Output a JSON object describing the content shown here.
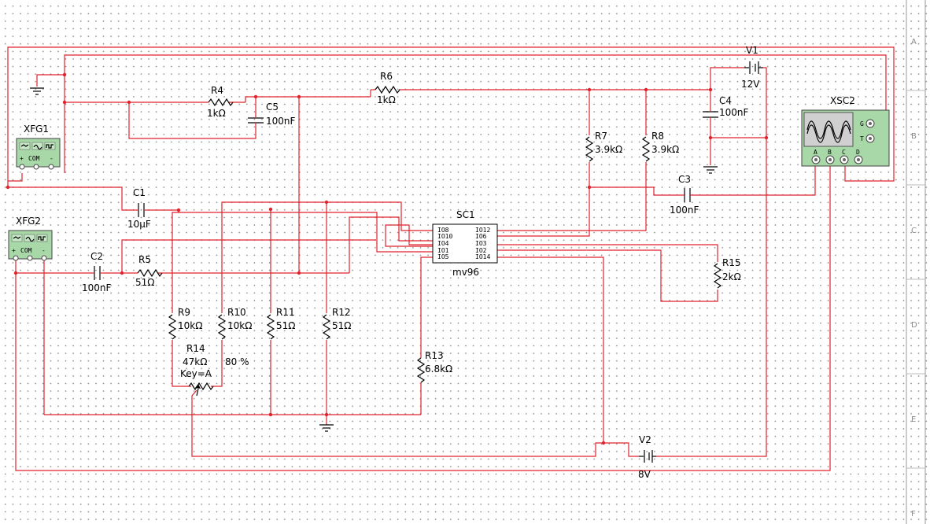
{
  "ruler_rows": [
    "A",
    "B",
    "C",
    "D",
    "E",
    "F"
  ],
  "components": {
    "xfg1": {
      "ref": "XFG1",
      "pin": "COM"
    },
    "xfg2": {
      "ref": "XFG2",
      "pin": "COM"
    },
    "xsc2": {
      "ref": "XSC2",
      "pins_right": [
        "G",
        "T"
      ],
      "pins_bottom": [
        "A",
        "B",
        "C",
        "D"
      ]
    },
    "v1": {
      "ref": "V1",
      "value": "12V"
    },
    "v2": {
      "ref": "V2",
      "value": "8V"
    },
    "r4": {
      "ref": "R4",
      "value": "1kΩ"
    },
    "r5": {
      "ref": "R5",
      "value": "51Ω"
    },
    "r6": {
      "ref": "R6",
      "value": "1kΩ"
    },
    "r7": {
      "ref": "R7",
      "value": "3.9kΩ"
    },
    "r8": {
      "ref": "R8",
      "value": "3.9kΩ"
    },
    "r9": {
      "ref": "R9",
      "value": "10kΩ"
    },
    "r10": {
      "ref": "R10",
      "value": "10kΩ"
    },
    "r11": {
      "ref": "R11",
      "value": "51Ω"
    },
    "r12": {
      "ref": "R12",
      "value": "51Ω"
    },
    "r13": {
      "ref": "R13",
      "value": "6.8kΩ"
    },
    "r14": {
      "ref": "R14",
      "value": "47kΩ",
      "key": "Key=A",
      "setting": "80 %"
    },
    "r15": {
      "ref": "R15",
      "value": "2kΩ"
    },
    "c1": {
      "ref": "C1",
      "value": "10µF"
    },
    "c2": {
      "ref": "C2",
      "value": "100nF"
    },
    "c3": {
      "ref": "C3",
      "value": "100nF"
    },
    "c4": {
      "ref": "C4",
      "value": "100nF"
    },
    "c5": {
      "ref": "C5",
      "value": "100nF"
    },
    "sc1": {
      "ref": "SC1",
      "model": "mv96",
      "pins_left": [
        "IO8",
        "IO10",
        "IO4",
        "IO1",
        "IO5"
      ],
      "pins_right": [
        "IO12",
        "IO6",
        "IO3",
        "IO2",
        "IO14"
      ]
    }
  },
  "colors": {
    "wire": "#e0232c",
    "instrument": "#a8d8a8",
    "scope_screen": "#d0d0d0"
  }
}
